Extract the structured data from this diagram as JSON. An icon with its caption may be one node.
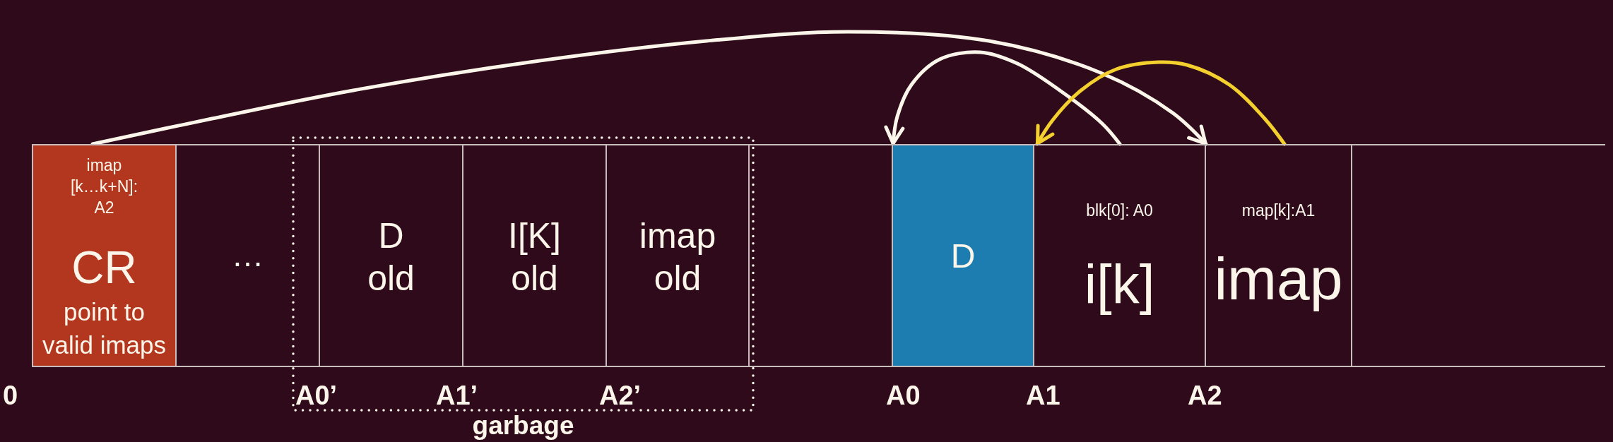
{
  "diagram": {
    "nodes": [
      {
        "text": [
          "imap [k…k+N]: A2",
          "CR",
          "point to valid imaps"
        ]
      },
      {
        "text": [
          "…"
        ]
      },
      {
        "text": [
          "garbage"
        ]
      },
      {
        "text": [
          "D old"
        ],
        "in": 2
      },
      {
        "text": [
          "I[K] old"
        ],
        "in": 2
      },
      {
        "text": [
          "imap old"
        ],
        "in": 2
      },
      {
        "text": [],
        "shape": "box"
      },
      {
        "text": [
          "D"
        ]
      },
      {
        "text": [
          "blk[0]: A0",
          "i[k]"
        ]
      },
      {
        "text": [
          "map[k]:A1",
          "imap"
        ]
      },
      {
        "text": [],
        "shape": "box"
      }
    ],
    "edges": [
      {
        "from": 0,
        "to": 9,
        "arrow": "to"
      },
      {
        "from": 8,
        "to": 7,
        "arrow": "to"
      },
      {
        "from": 9,
        "to": 8,
        "arrow": "to",
        "color": "#f3d02e"
      }
    ],
    "labels": [
      "0",
      "A0’",
      "A1’",
      "A2’",
      "A0",
      "A1",
      "A2"
    ]
  }
}
